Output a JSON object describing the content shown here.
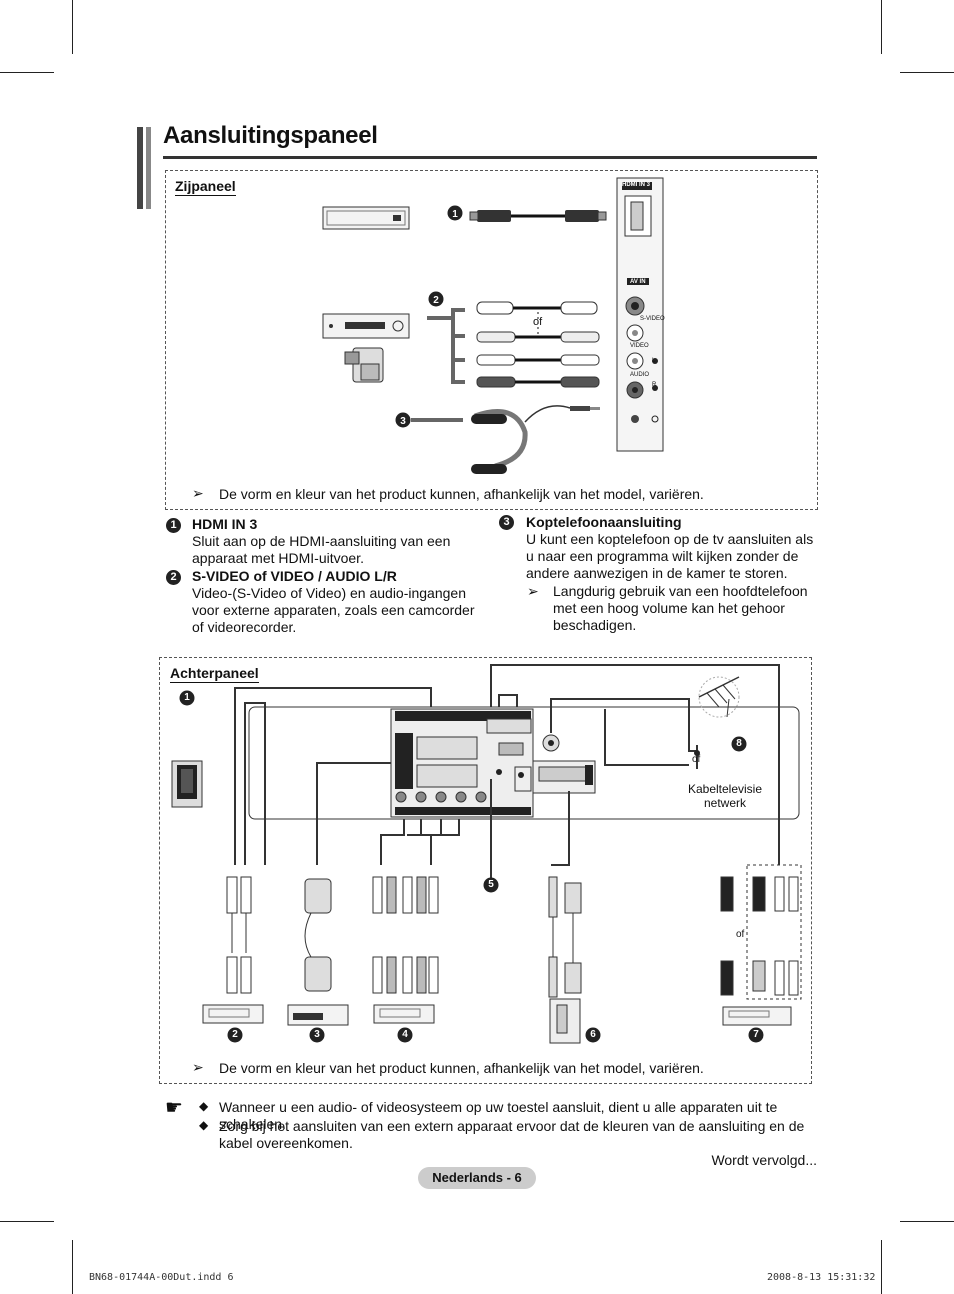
{
  "page": {
    "title": "Aansluitingspaneel",
    "page_label": "Nederlands - 6",
    "continued": "Wordt vervolgd..."
  },
  "side_panel": {
    "label": "Zijpaneel",
    "note": "De vorm en kleur van het product kunnen, afhankelijk van het model, variëren.",
    "port_labels": [
      "HDMI IN 3",
      "AV IN",
      "S-VIDEO",
      "VIDEO",
      "L",
      "AUDIO",
      "R"
    ],
    "or_label": "of",
    "markers": [
      "1",
      "2",
      "3"
    ]
  },
  "descriptions": [
    {
      "num": "1",
      "heading": "HDMI IN 3",
      "text": "Sluit aan op de HDMI-aansluiting van een apparaat met HDMI-uitvoer."
    },
    {
      "num": "2",
      "heading": "S-VIDEO of VIDEO / AUDIO L/R",
      "text": "Video-(S-Video of Video) en audio-ingangen voor externe apparaten, zoals een camcorder of videorecorder."
    },
    {
      "num": "3",
      "heading": "Koptelefoonaansluiting",
      "text": "U kunt een koptelefoon op de tv aansluiten als u naar een programma wilt kijken zonder de andere aanwezigen in de kamer te storen.",
      "warning": "Langdurig gebruik van een hoofdtelefoon met een hoog volume kan het gehoor beschadigen."
    }
  ],
  "rear_panel": {
    "label": "Achterpaneel",
    "cable_label": "Kabeltelevisie netwerk",
    "or_label": "of",
    "note": "De vorm en kleur van het product kunnen, afhankelijk van het model, variëren.",
    "markers": [
      "1",
      "2",
      "3",
      "4",
      "5",
      "6",
      "7",
      "8"
    ]
  },
  "tips": [
    "Wanneer u een audio- of videosysteem op uw toestel aansluit, dient u alle apparaten uit te schakelen.",
    "Zorg bij het aansluiten van een extern apparaat ervoor dat de kleuren van de aansluiting en de kabel overeenkomen."
  ],
  "footer": {
    "file": "BN68-01744A-00Dut.indd   6",
    "timestamp": "2008-8-13   15:31:32"
  }
}
